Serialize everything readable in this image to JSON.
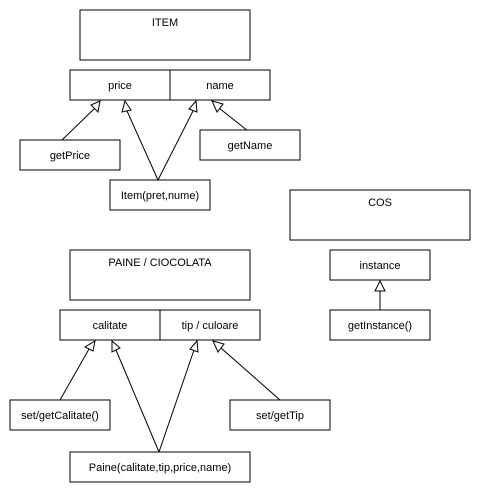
{
  "diagram": {
    "nodes": {
      "item": "ITEM",
      "item_price": "price",
      "item_name": "name",
      "get_price": "getPrice",
      "get_name": "getName",
      "item_constructor": "Item(pret,nume)",
      "cos": "COS",
      "cos_instance": "instance",
      "get_instance": "getInstance()",
      "paine": "PAINE / CIOCOLATA",
      "paine_calitate": "calitate",
      "paine_tip": "tip / culoare",
      "set_get_calitate": "set/getCalitate()",
      "set_get_tip": "set/getTip",
      "paine_constructor": "Paine(calitate,tip,price,name)"
    },
    "edges": [
      {
        "from": "get_price",
        "to": "item_price"
      },
      {
        "from": "item_constructor",
        "to": "item_price"
      },
      {
        "from": "item_constructor",
        "to": "item_name"
      },
      {
        "from": "get_name",
        "to": "item_name"
      },
      {
        "from": "get_instance",
        "to": "cos_instance"
      },
      {
        "from": "set_get_calitate",
        "to": "paine_calitate"
      },
      {
        "from": "paine_constructor",
        "to": "paine_calitate"
      },
      {
        "from": "paine_constructor",
        "to": "paine_tip"
      },
      {
        "from": "set_get_tip",
        "to": "paine_tip"
      }
    ]
  }
}
